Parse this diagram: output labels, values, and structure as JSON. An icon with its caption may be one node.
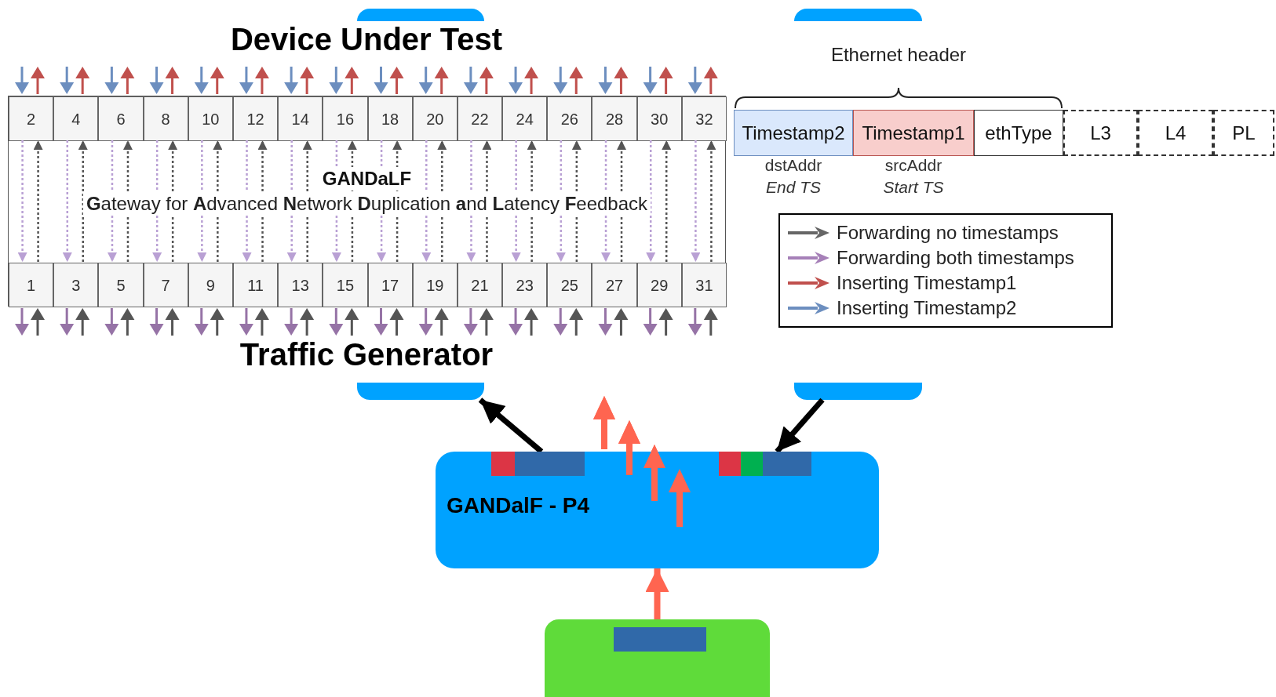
{
  "diagram": {
    "nodes": [
      {
        "text": [
          "GANDaLF",
          "**G**ateway for **A**dvanced **N**etwork **D**uplication **a**nd **L**atency **F**eedback"
        ]
      },
      {
        "text": [
          "2"
        ],
        "in": 0
      },
      {
        "text": [
          "4"
        ],
        "in": 0
      },
      {
        "text": [
          "6"
        ],
        "in": 0
      },
      {
        "text": [
          "8"
        ],
        "in": 0
      },
      {
        "text": [
          "10"
        ],
        "in": 0
      },
      {
        "text": [
          "12"
        ],
        "in": 0
      },
      {
        "text": [
          "14"
        ],
        "in": 0
      },
      {
        "text": [
          "16"
        ],
        "in": 0
      },
      {
        "text": [
          "18"
        ],
        "in": 0
      },
      {
        "text": [
          "20"
        ],
        "in": 0
      },
      {
        "text": [
          "22"
        ],
        "in": 0
      },
      {
        "text": [
          "24"
        ],
        "in": 0
      },
      {
        "text": [
          "26"
        ],
        "in": 0
      },
      {
        "text": [
          "28"
        ],
        "in": 0
      },
      {
        "text": [
          "30"
        ],
        "in": 0
      },
      {
        "text": [
          "32"
        ],
        "in": 0
      },
      {
        "text": [
          "1"
        ],
        "in": 0
      },
      {
        "text": [
          "3"
        ],
        "in": 0
      },
      {
        "text": [
          "5"
        ],
        "in": 0
      },
      {
        "text": [
          "7"
        ],
        "in": 0
      },
      {
        "text": [
          "9"
        ],
        "in": 0
      },
      {
        "text": [
          "11"
        ],
        "in": 0
      },
      {
        "text": [
          "13"
        ],
        "in": 0
      },
      {
        "text": [
          "15"
        ],
        "in": 0
      },
      {
        "text": [
          "17"
        ],
        "in": 0
      },
      {
        "text": [
          "19"
        ],
        "in": 0
      },
      {
        "text": [
          "21"
        ],
        "in": 0
      },
      {
        "text": [
          "23"
        ],
        "in": 0
      },
      {
        "text": [
          "25"
        ],
        "in": 0
      },
      {
        "text": [
          "27"
        ],
        "in": 0
      },
      {
        "text": [
          "29"
        ],
        "in": 0
      },
      {
        "text": [
          "31"
        ],
        "in": 0
      },
      {
        "text": [
          "Timestamp2"
        ]
      },
      {
        "text": [
          "Timestamp1"
        ]
      },
      {
        "text": [
          "ethType"
        ]
      },
      {
        "text": [
          "L3"
        ]
      },
      {
        "text": [
          "L4"
        ]
      },
      {
        "text": [
          "PL"
        ]
      },
      {
        "text": [],
        "shape": "bar"
      },
      {
        "text": [],
        "shape": "bar"
      },
      {
        "text": [],
        "shape": "bar"
      },
      {
        "text": [],
        "shape": "bar"
      },
      {
        "text": [
          "GANDalF - P4"
        ]
      },
      {
        "text": [],
        "shape": "box"
      }
    ],
    "edges": [
      {
        "from": 17,
        "to": 1,
        "arrow": "to",
        "style": "dashed"
      },
      {
        "from": 1,
        "to": 17,
        "arrow": "to",
        "style": "dashed",
        "color": "#b9a0d4"
      },
      {
        "from": 18,
        "to": 2,
        "arrow": "to",
        "style": "dashed"
      },
      {
        "from": 2,
        "to": 18,
        "arrow": "to",
        "style": "dashed",
        "color": "#b9a0d4"
      },
      {
        "from": 19,
        "to": 3,
        "arrow": "to",
        "style": "dashed"
      },
      {
        "from": 3,
        "to": 19,
        "arrow": "to",
        "style": "dashed",
        "color": "#b9a0d4"
      },
      {
        "from": 20,
        "to": 4,
        "arrow": "to",
        "style": "dashed"
      },
      {
        "from": 4,
        "to": 20,
        "arrow": "to",
        "style": "dashed",
        "color": "#b9a0d4"
      },
      {
        "from": 21,
        "to": 5,
        "arrow": "to",
        "style": "dashed"
      },
      {
        "from": 5,
        "to": 21,
        "arrow": "to",
        "style": "dashed",
        "color": "#b9a0d4"
      },
      {
        "from": 22,
        "to": 6,
        "arrow": "to",
        "style": "dashed"
      },
      {
        "from": 6,
        "to": 22,
        "arrow": "to",
        "style": "dashed",
        "color": "#b9a0d4"
      },
      {
        "from": 23,
        "to": 7,
        "arrow": "to",
        "style": "dashed"
      },
      {
        "from": 7,
        "to": 23,
        "arrow": "to",
        "style": "dashed",
        "color": "#b9a0d4"
      },
      {
        "from": 24,
        "to": 8,
        "arrow": "to",
        "style": "dashed"
      },
      {
        "from": 8,
        "to": 24,
        "arrow": "to",
        "style": "dashed",
        "color": "#b9a0d4"
      },
      {
        "from": 25,
        "to": 9,
        "arrow": "to",
        "style": "dashed"
      },
      {
        "from": 9,
        "to": 25,
        "arrow": "to",
        "style": "dashed",
        "color": "#b9a0d4"
      },
      {
        "from": 26,
        "to": 10,
        "arrow": "to",
        "style": "dashed"
      },
      {
        "from": 10,
        "to": 26,
        "arrow": "to",
        "style": "dashed",
        "color": "#b9a0d4"
      },
      {
        "from": 27,
        "to": 11,
        "arrow": "to",
        "style": "dashed"
      },
      {
        "from": 11,
        "to": 27,
        "arrow": "to",
        "style": "dashed",
        "color": "#b9a0d4"
      },
      {
        "from": 28,
        "to": 12,
        "arrow": "to",
        "style": "dashed"
      },
      {
        "from": 12,
        "to": 28,
        "arrow": "to",
        "style": "dashed",
        "color": "#b9a0d4"
      },
      {
        "from": 29,
        "to": 13,
        "arrow": "to",
        "style": "dashed"
      },
      {
        "from": 13,
        "to": 29,
        "arrow": "to",
        "style": "dashed",
        "color": "#b9a0d4"
      },
      {
        "from": 30,
        "to": 14,
        "arrow": "to",
        "style": "dashed"
      },
      {
        "from": 14,
        "to": 30,
        "arrow": "to",
        "style": "dashed",
        "color": "#b9a0d4"
      },
      {
        "from": 31,
        "to": 15,
        "arrow": "to",
        "style": "dashed"
      },
      {
        "from": 15,
        "to": 31,
        "arrow": "to",
        "style": "dashed",
        "color": "#b9a0d4"
      },
      {
        "from": 32,
        "to": 16,
        "arrow": "to",
        "style": "dashed"
      },
      {
        "from": 16,
        "to": 32,
        "arrow": "to",
        "style": "dashed",
        "color": "#b9a0d4"
      },
      {
        "from": 44,
        "to": 43,
        "arrow": "to",
        "style": "thick",
        "color": "#ff6550"
      },
      {
        "from": 43,
        "to": 41,
        "arrow": "to",
        "style": "thick",
        "color": "#000000"
      },
      {
        "from": 42,
        "to": 43,
        "arrow": "to",
        "style": "thick",
        "color": "#000000"
      }
    ],
    "labels": [
      "Device Under Test",
      "Ethernet header",
      "dstAddr",
      "End TS",
      "srcAddr",
      "Start TS",
      "Traffic Generator"
    ],
    "legend": [
      {
        "text": "Forwarding no timestamps"
      },
      {
        "text": "Forwarding both timestamps"
      },
      {
        "text": "Inserting Timestamp1"
      },
      {
        "text": "Inserting Timestamp2"
      }
    ]
  }
}
